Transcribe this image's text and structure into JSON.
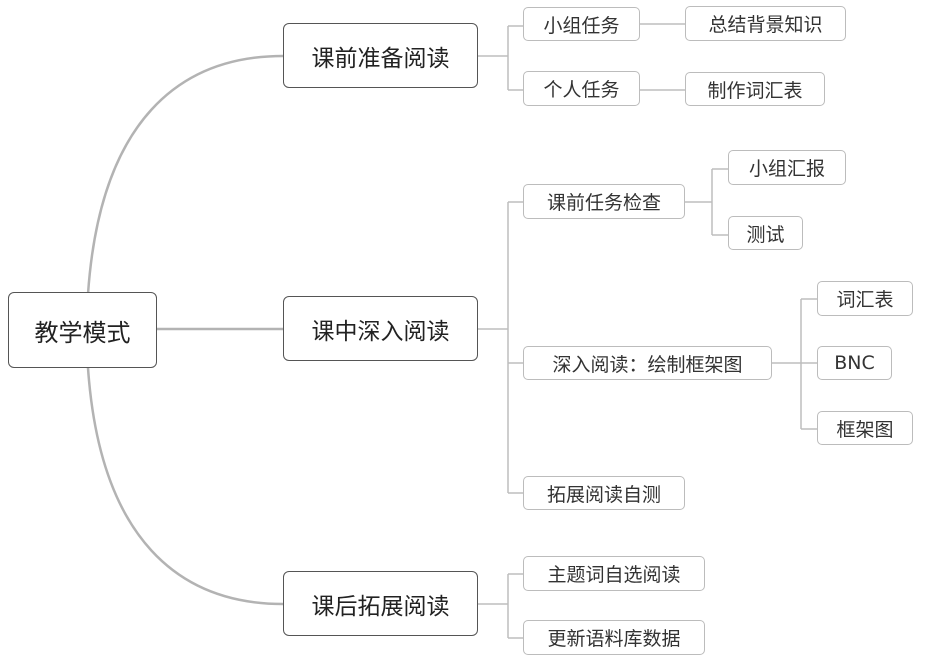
{
  "mindmap": {
    "root": {
      "label": "教学模式"
    },
    "branches": [
      {
        "label": "课前准备阅读",
        "children": [
          {
            "label": "小组任务",
            "children": [
              {
                "label": "总结背景知识"
              }
            ]
          },
          {
            "label": "个人任务",
            "children": [
              {
                "label": "制作词汇表"
              }
            ]
          }
        ]
      },
      {
        "label": "课中深入阅读",
        "children": [
          {
            "label": "课前任务检查",
            "children": [
              {
                "label": "小组汇报"
              },
              {
                "label": "测试"
              }
            ]
          },
          {
            "label": "深入阅读：绘制框架图",
            "children": [
              {
                "label": "词汇表"
              },
              {
                "label": "BNC"
              },
              {
                "label": "框架图"
              }
            ]
          },
          {
            "label": "拓展阅读自测",
            "children": []
          }
        ]
      },
      {
        "label": "课后拓展阅读",
        "children": [
          {
            "label": "主题词自选阅读",
            "children": []
          },
          {
            "label": "更新语料库数据",
            "children": []
          }
        ]
      }
    ]
  }
}
